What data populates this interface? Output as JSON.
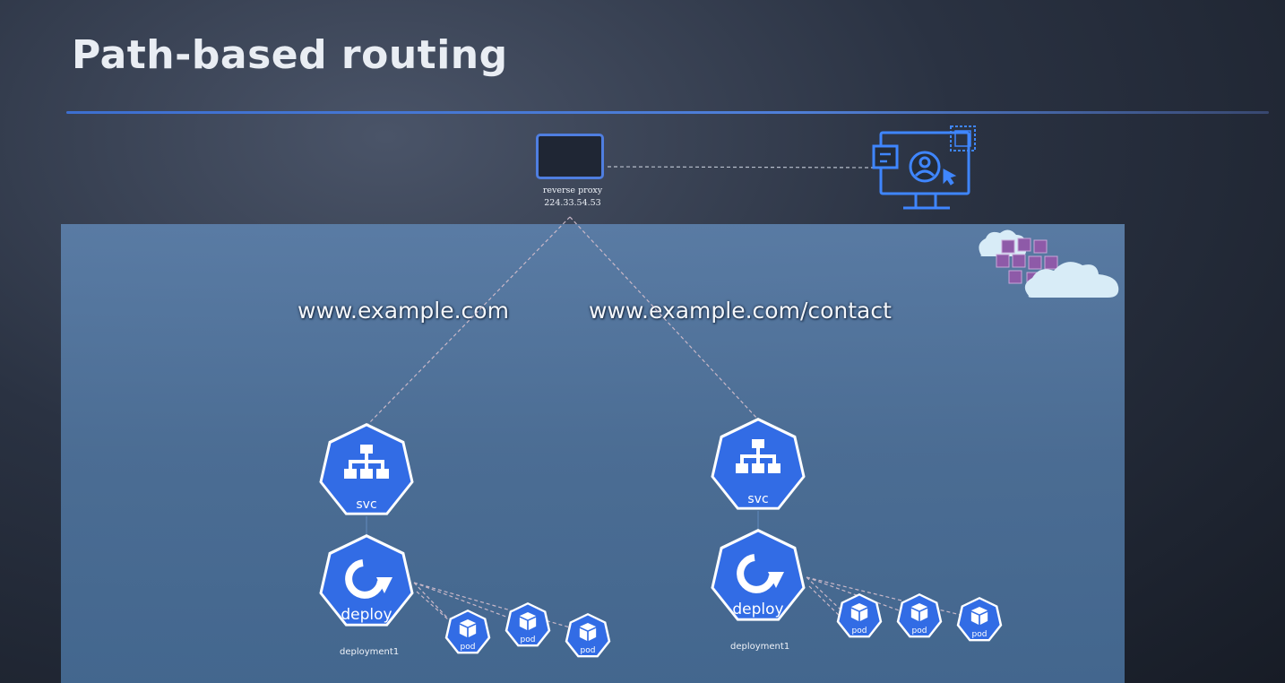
{
  "slide": {
    "title": "Path-based routing"
  },
  "proxy": {
    "label": "reverse proxy",
    "ip": "224.33.54.53"
  },
  "routes": [
    {
      "url": "www.example.com",
      "service_label": "svc",
      "deploy_label": "deploy",
      "deployment_name": "deployment1",
      "pods": [
        "pod",
        "pod",
        "pod"
      ]
    },
    {
      "url": "www.example.com/contact",
      "service_label": "svc",
      "deploy_label": "deploy",
      "deployment_name": "deployment1",
      "pods": [
        "pod",
        "pod",
        "pod"
      ]
    }
  ],
  "icons": {
    "client": "user-monitor-icon",
    "cloud": "cloud-containers-icon",
    "service": "sitemap-icon",
    "deployment": "refresh-arrow-icon",
    "pod": "cube-icon"
  },
  "colors": {
    "k8s_blue": "#326ce5",
    "accent_line": "#3d6fd0",
    "panel": "#4d7098"
  }
}
